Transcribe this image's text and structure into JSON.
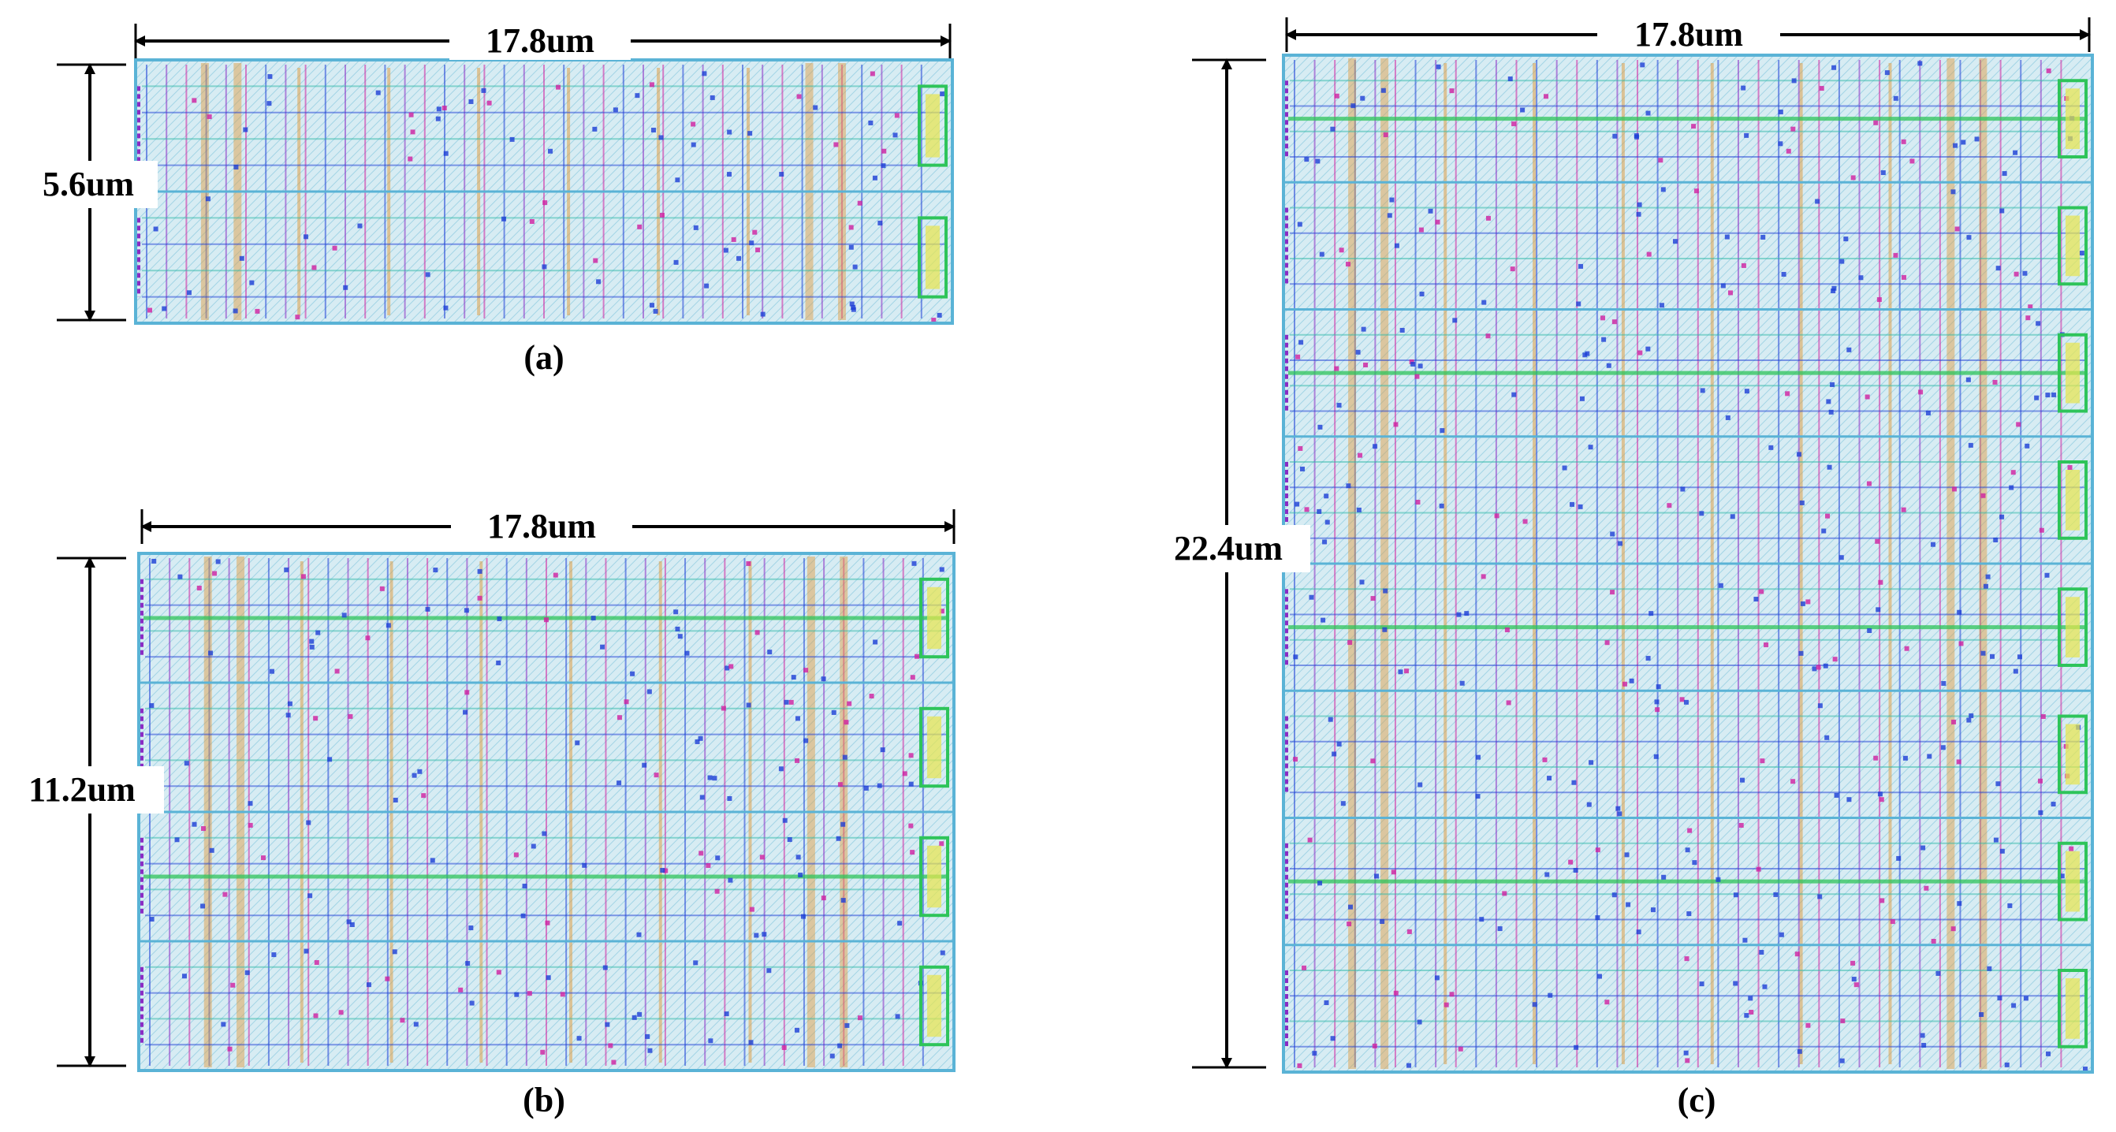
{
  "figure": {
    "panels": [
      {
        "id": "a",
        "label": "(a)",
        "width_label": "17.8um",
        "height_label": "5.6um",
        "rows": 2
      },
      {
        "id": "b",
        "label": "(b)",
        "width_label": "17.8um",
        "height_label": "11.2um",
        "rows": 4
      },
      {
        "id": "c",
        "label": "(c)",
        "width_label": "17.8um",
        "height_label": "22.4um",
        "rows": 8
      }
    ],
    "colors": {
      "background_fill": "#d7ecf3",
      "outline": "#5ab3d6",
      "hatch": "#7fc4dc",
      "metal_blue": "#1d3fd6",
      "metal_purple": "#8a2cc4",
      "metal_magenta": "#d01fa0",
      "poly_orange": "#e0993a",
      "metal_green": "#2ec45a",
      "metal_teal": "#2fb9a8",
      "pin_yellow": "#e8e64a",
      "arrow": "#000000"
    }
  }
}
